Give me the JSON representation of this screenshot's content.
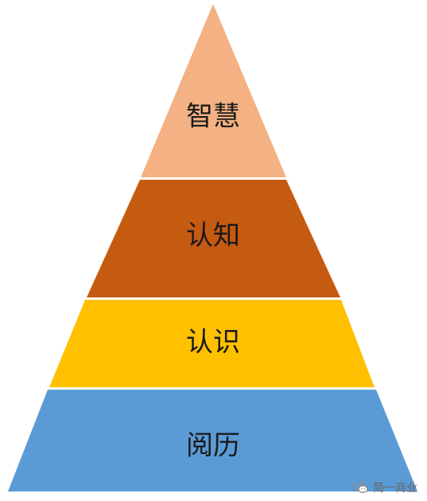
{
  "pyramid": {
    "tiers": [
      {
        "label": "智慧",
        "color": "#F4B183"
      },
      {
        "label": "认知",
        "color": "#C55A11"
      },
      {
        "label": "认识",
        "color": "#FFC000"
      },
      {
        "label": "阅历",
        "color": "#5B9BD5"
      }
    ]
  },
  "watermark": {
    "icon": "wechat-icon",
    "text": "简一商业"
  }
}
